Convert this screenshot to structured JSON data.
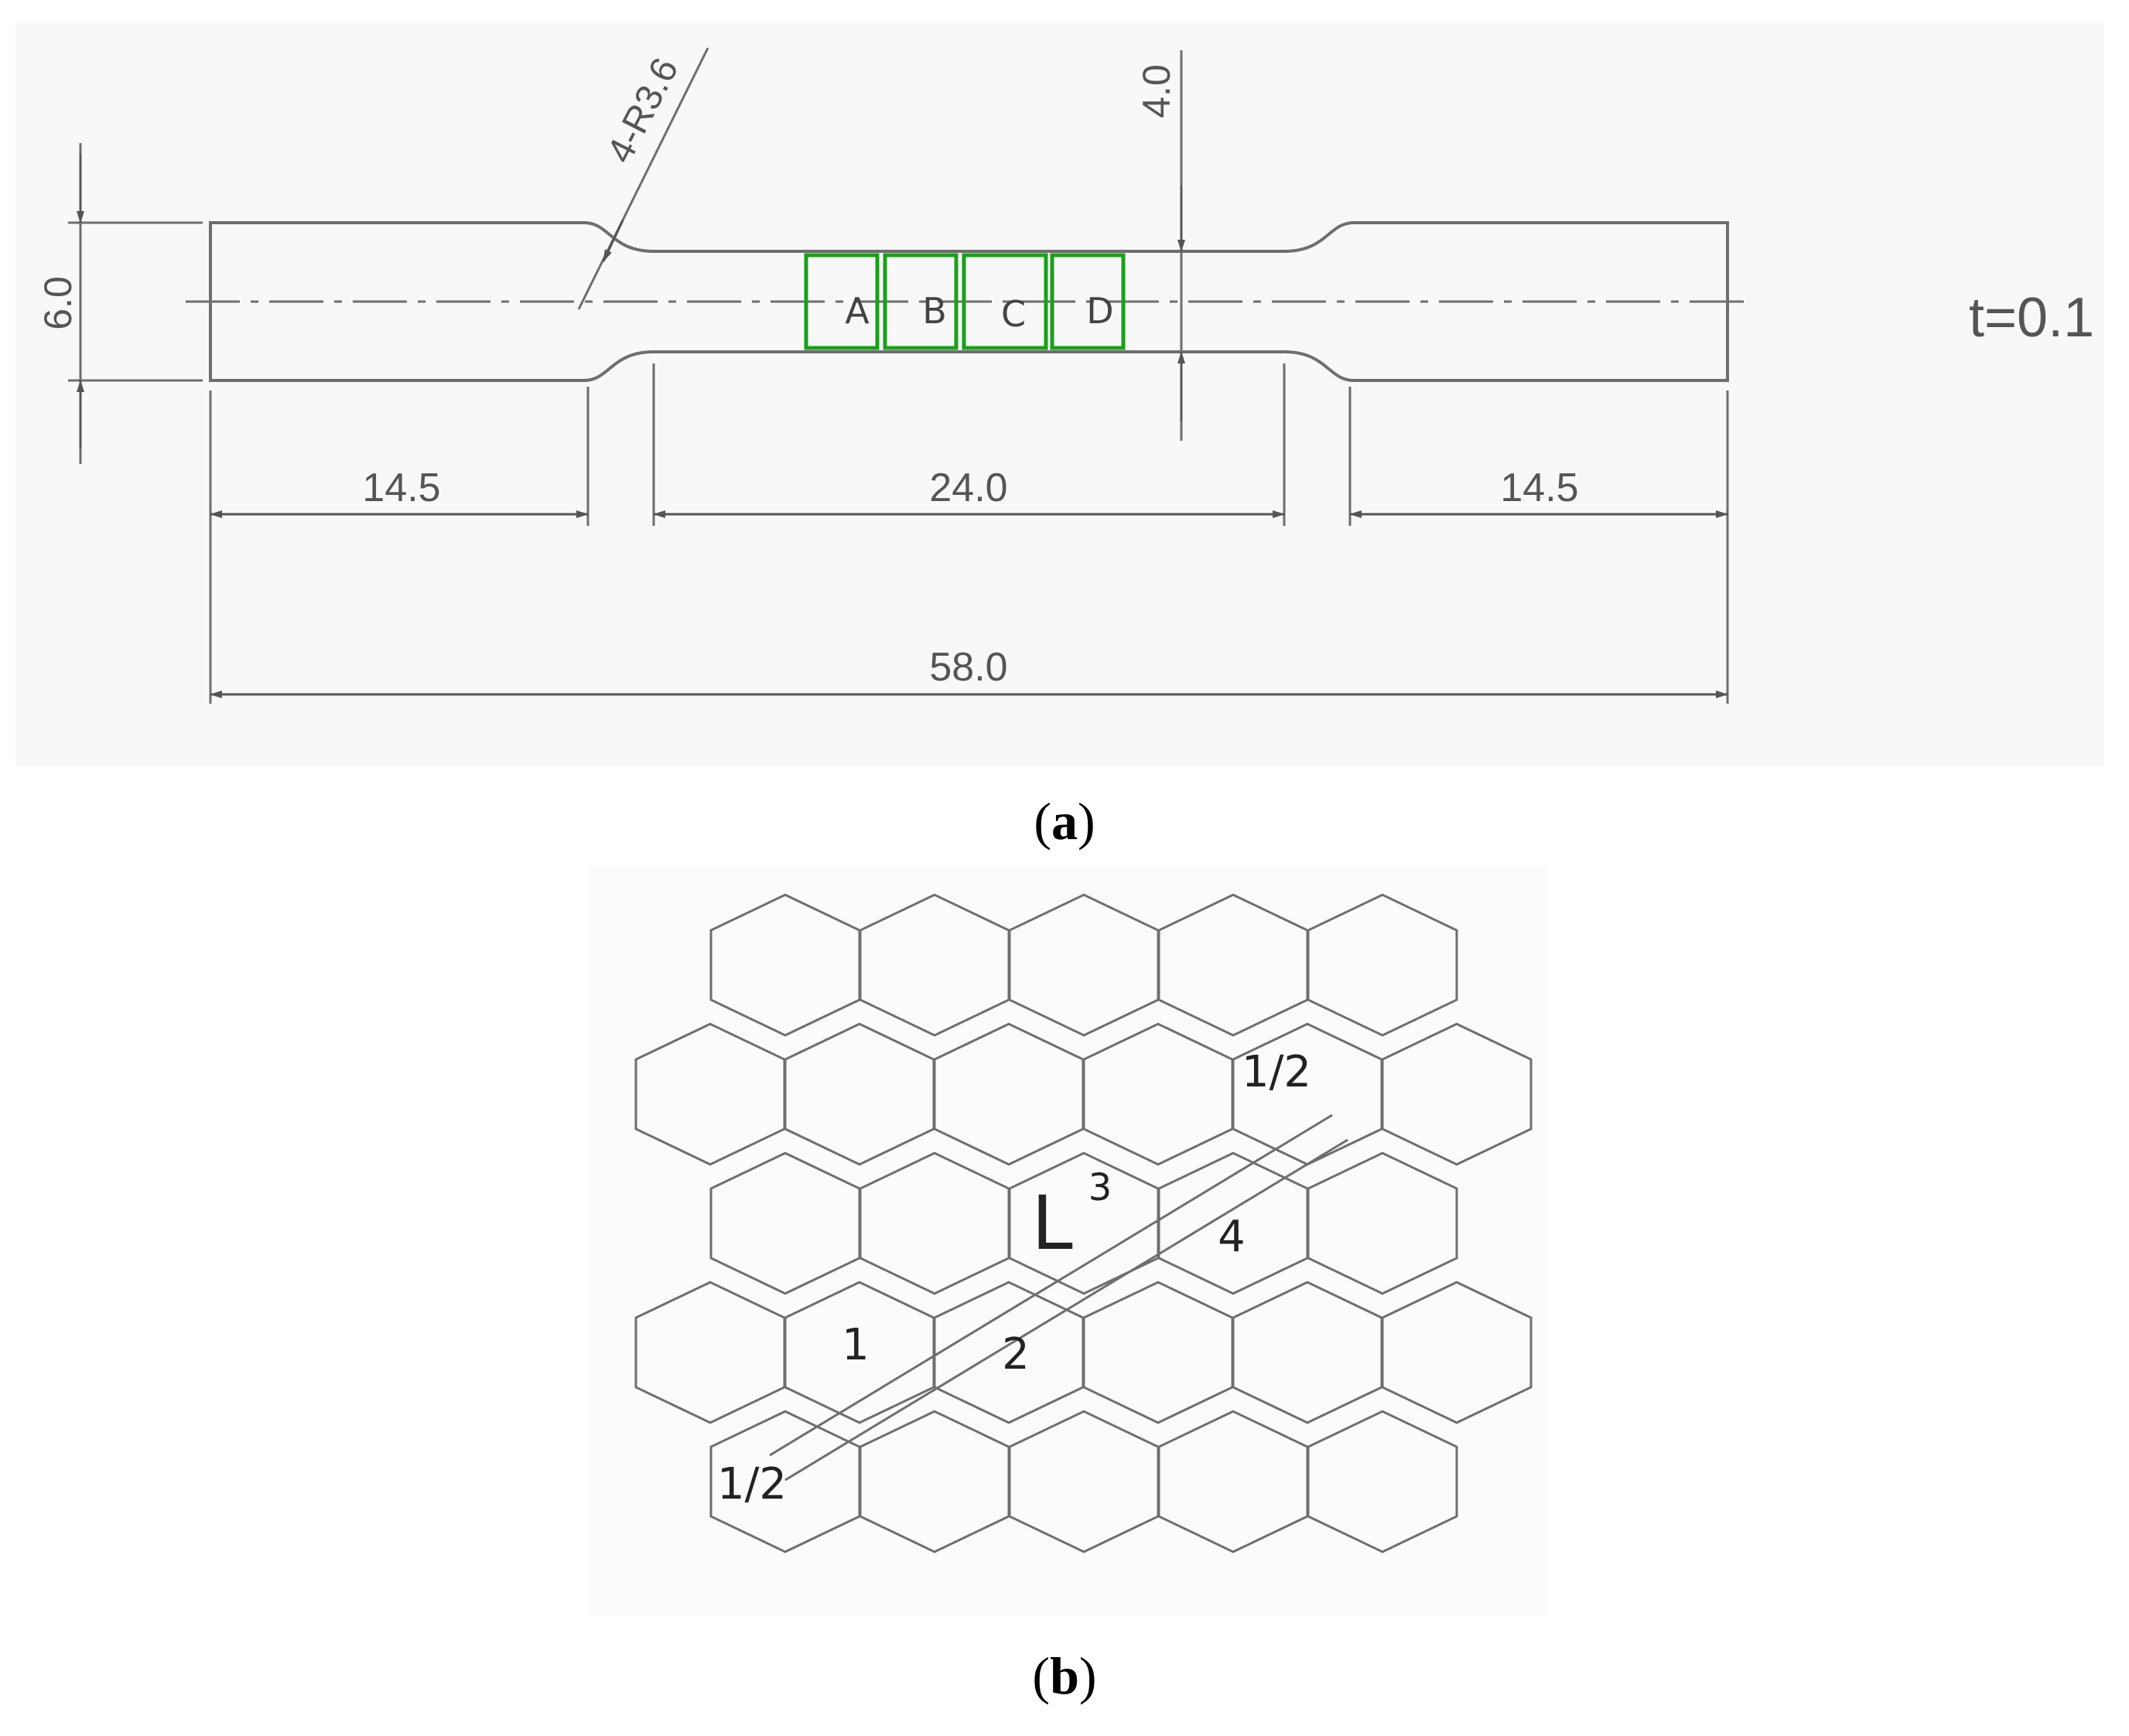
{
  "panel_a": {
    "caption_open": "(",
    "caption_letter": "a",
    "caption_close": ")",
    "dimensions": {
      "radius": "4-R3.6",
      "neck_width": "4.0",
      "grip_width": "6.0",
      "grip_left": "14.5",
      "gauge_length": "24.0",
      "grip_right": "14.5",
      "total_length": "58.0"
    },
    "thickness": "t=0.1",
    "regions": [
      "A",
      "B",
      "C",
      "D"
    ],
    "region_color": "#1aa01a"
  },
  "panel_b": {
    "caption_open": "(",
    "caption_letter": "b",
    "caption_close": ")",
    "labels": {
      "half_top": "1/2",
      "l_letter": "L",
      "l_super": "3",
      "four": "4",
      "one": "1",
      "two": "2",
      "half_bottom": "1/2"
    }
  },
  "colors": {
    "line": "#6e6e6e",
    "background_panel": "#f7f7f7"
  }
}
